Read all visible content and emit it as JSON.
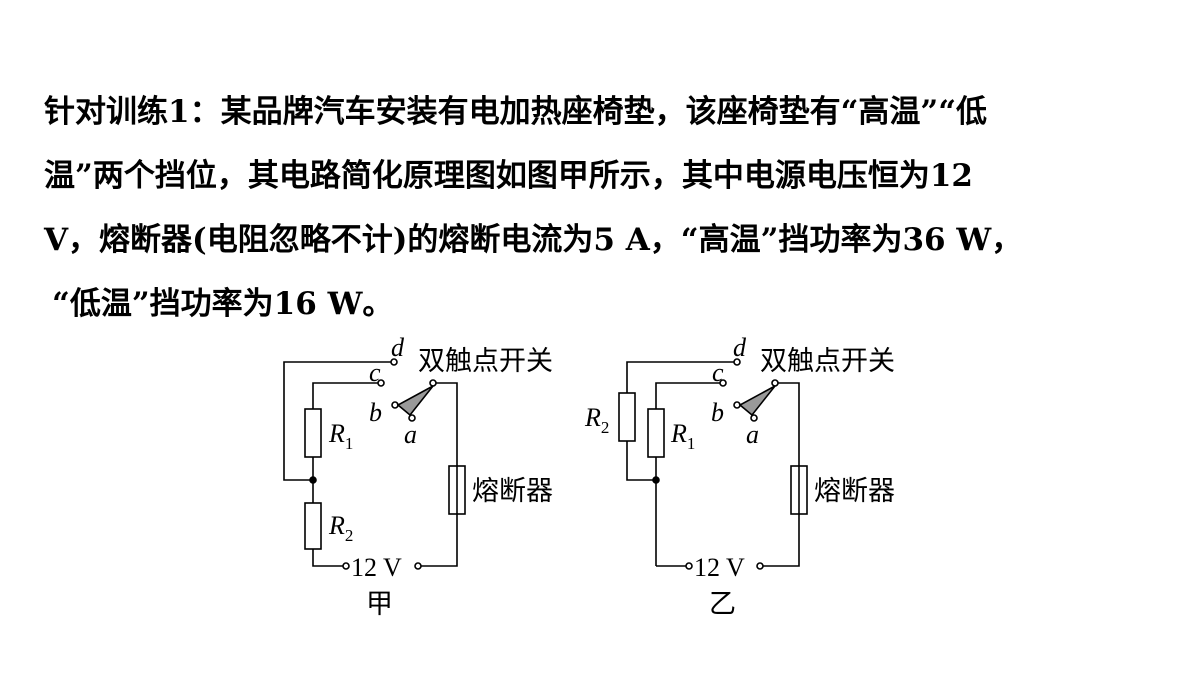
{
  "problem": {
    "lines": [
      "针对训练1：某品牌汽车安装有电加热座椅垫，该座椅垫有“高温”“低",
      "温”两个挡位，其电路简化原理图如图甲所示，其中电源电压恒为12",
      "V，熔断器(电阻忽略不计)的熔断电流为5 A，“高温”挡功率为36 W，",
      "“低温”挡功率为16 W。"
    ]
  },
  "circuits": [
    {
      "caption": "甲",
      "switch_label": "双触点开关",
      "fuse_label": "熔断器",
      "source_label": "12 V",
      "contacts": [
        "a",
        "b",
        "c",
        "d"
      ],
      "resistor_top": "R",
      "resistor_top_sub": "1",
      "resistor_bottom": "R",
      "resistor_bottom_sub": "2"
    },
    {
      "caption": "乙",
      "switch_label": "双触点开关",
      "fuse_label": "熔断器",
      "source_label": "12 V",
      "contacts": [
        "a",
        "b",
        "c",
        "d"
      ],
      "resistor_left": "R",
      "resistor_left_sub": "2",
      "resistor_right": "R",
      "resistor_right_sub": "1"
    }
  ]
}
